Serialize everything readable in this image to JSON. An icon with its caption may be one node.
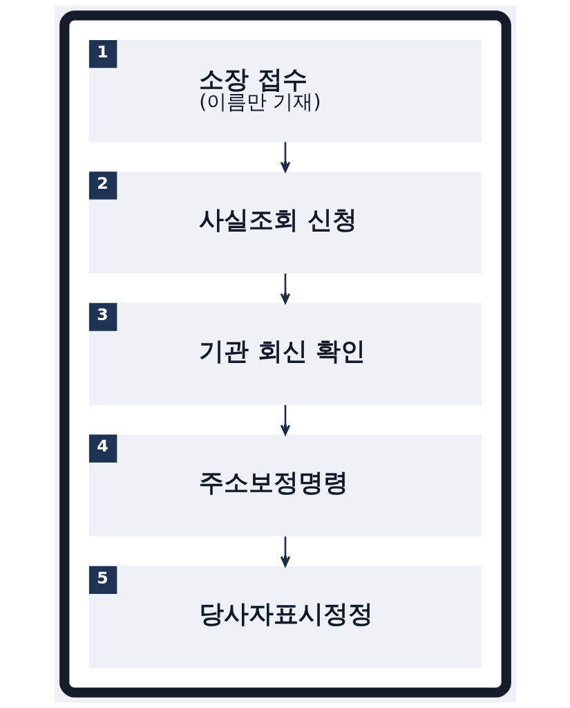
{
  "diagram": {
    "nodes": [
      {
        "text": [],
        "shape": "phone"
      },
      {
        "text": [
          "1",
          "소장 접수",
          "(이름만 기재)"
        ],
        "in": 0
      },
      {
        "text": [
          "2",
          "사실조회 신청"
        ],
        "in": 0
      },
      {
        "text": [
          "3",
          "기관 회신 확인"
        ],
        "in": 0
      },
      {
        "text": [
          "4",
          "주소보정명령"
        ],
        "in": 0
      },
      {
        "text": [
          "5",
          "당사자표시정정"
        ],
        "in": 0
      }
    ],
    "edges": [
      {
        "from": 1,
        "to": 2,
        "arrow": "to"
      },
      {
        "from": 2,
        "to": 3,
        "arrow": "to"
      },
      {
        "from": 3,
        "to": 4,
        "arrow": "to"
      },
      {
        "from": 4,
        "to": 5,
        "arrow": "to"
      }
    ]
  }
}
